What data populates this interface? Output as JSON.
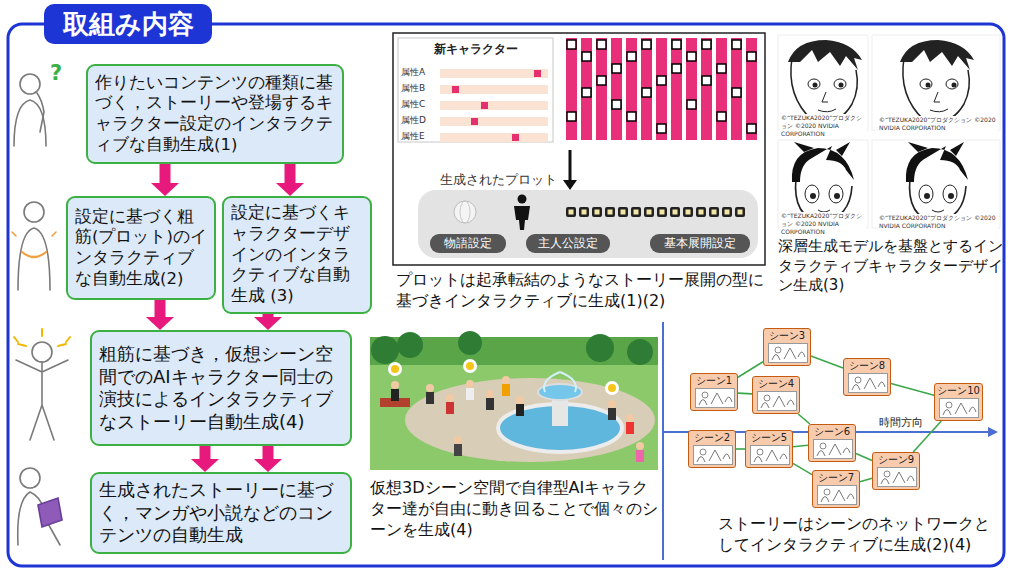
{
  "diagram": {
    "title": "取組み内容",
    "nodes": [
      {
        "text": [
          "作りたいコンテンツの種類に基づく，ストーリーや登場するキャラクター設定のインタラクティブな自動生成(1)"
        ]
      },
      {
        "text": [
          "設定に基づく粗筋(プロット)のインタラクティブな自動生成(2)"
        ]
      },
      {
        "text": [
          "設定に基づくキャラクターデザインのインタラクティブな自動生成 (3)"
        ]
      },
      {
        "text": [
          "粗筋に基づき，仮想シーン空間でのAIキャラクター同士の演技によるインタラクティブなストーリー自動生成(4)"
        ]
      },
      {
        "text": [
          "生成されたストーリーに基づく，マンガや小説などのコンテンツの自動生成"
        ]
      },
      {
        "text": [
          "新キャラクター"
        ]
      },
      {
        "text": [
          "生成されたプロット"
        ]
      },
      {
        "text": [
          "物語設定"
        ],
        "in": 6
      },
      {
        "text": [
          "主人公設定"
        ],
        "in": 6
      },
      {
        "text": [
          "基本展開設定"
        ],
        "in": 6
      },
      {
        "text": [
          "シーン3"
        ]
      },
      {
        "text": [
          "シーン1"
        ]
      },
      {
        "text": [
          "シーン4"
        ]
      },
      {
        "text": [
          "シーン8"
        ]
      },
      {
        "text": [
          "シーン10"
        ]
      },
      {
        "text": [
          "シーン2"
        ]
      },
      {
        "text": [
          "シーン6"
        ]
      },
      {
        "text": [
          "シーン5"
        ]
      },
      {
        "text": [
          "シーン9"
        ]
      },
      {
        "text": [
          "シーン7"
        ]
      }
    ],
    "edges": [
      {
        "from": 0,
        "to": 1,
        "arrow": "to"
      },
      {
        "from": 0,
        "to": 2,
        "arrow": "to"
      },
      {
        "from": 1,
        "to": 3,
        "arrow": "to"
      },
      {
        "from": 2,
        "to": 3,
        "arrow": "to"
      },
      {
        "from": 3,
        "to": 4,
        "arrow": "to"
      },
      {
        "from": 3,
        "to": 4,
        "arrow": "to"
      },
      {
        "from": 5,
        "to": 6,
        "arrow": "to"
      },
      {
        "from": 11,
        "to": 10,
        "arrow": "none"
      },
      {
        "from": 11,
        "to": 12,
        "arrow": "none"
      },
      {
        "from": 10,
        "to": 13,
        "arrow": "none"
      },
      {
        "from": 12,
        "to": 16,
        "arrow": "none"
      },
      {
        "from": 13,
        "to": 14,
        "arrow": "none"
      },
      {
        "from": 18,
        "to": 14,
        "arrow": "none"
      },
      {
        "from": 15,
        "to": 17,
        "arrow": "none"
      },
      {
        "from": 17,
        "to": 16,
        "arrow": "none"
      },
      {
        "from": 17,
        "to": 19,
        "arrow": "none"
      },
      {
        "from": 16,
        "to": 18,
        "arrow": "none"
      },
      {
        "from": 19,
        "to": 18,
        "arrow": "none"
      }
    ],
    "labels": [
      "?",
      "属性A",
      "属性B",
      "属性C",
      "属性D",
      "属性E",
      "©“TEZUKA2020”プロダクション ©2020 NVIDIA CORPORATION",
      "©“TEZUKA2020”プロダクション ©2020 NVIDIA CORPORATION",
      "©“TEZUKA2020”プロダクション ©2020 NVIDIA CORPORATION",
      "©“TEZUKA2020”プロダクション ©2020 NVIDIA CORPORATION",
      "プロットは起承転結のようなストーリー展開の型に基づきインタラクティブに生成(1)(2)",
      "深層生成モデルを基盤とするインタラクティブキャラクターデザイン生成(3)",
      "仮想3Dシーン空間で自律型AIキャラクター達が自由に動き回ることで個々のシーンを生成(4)",
      "ストーリーはシーンのネットワークとしてインタラクティブに生成(2)(4)",
      "時間方向"
    ]
  }
}
